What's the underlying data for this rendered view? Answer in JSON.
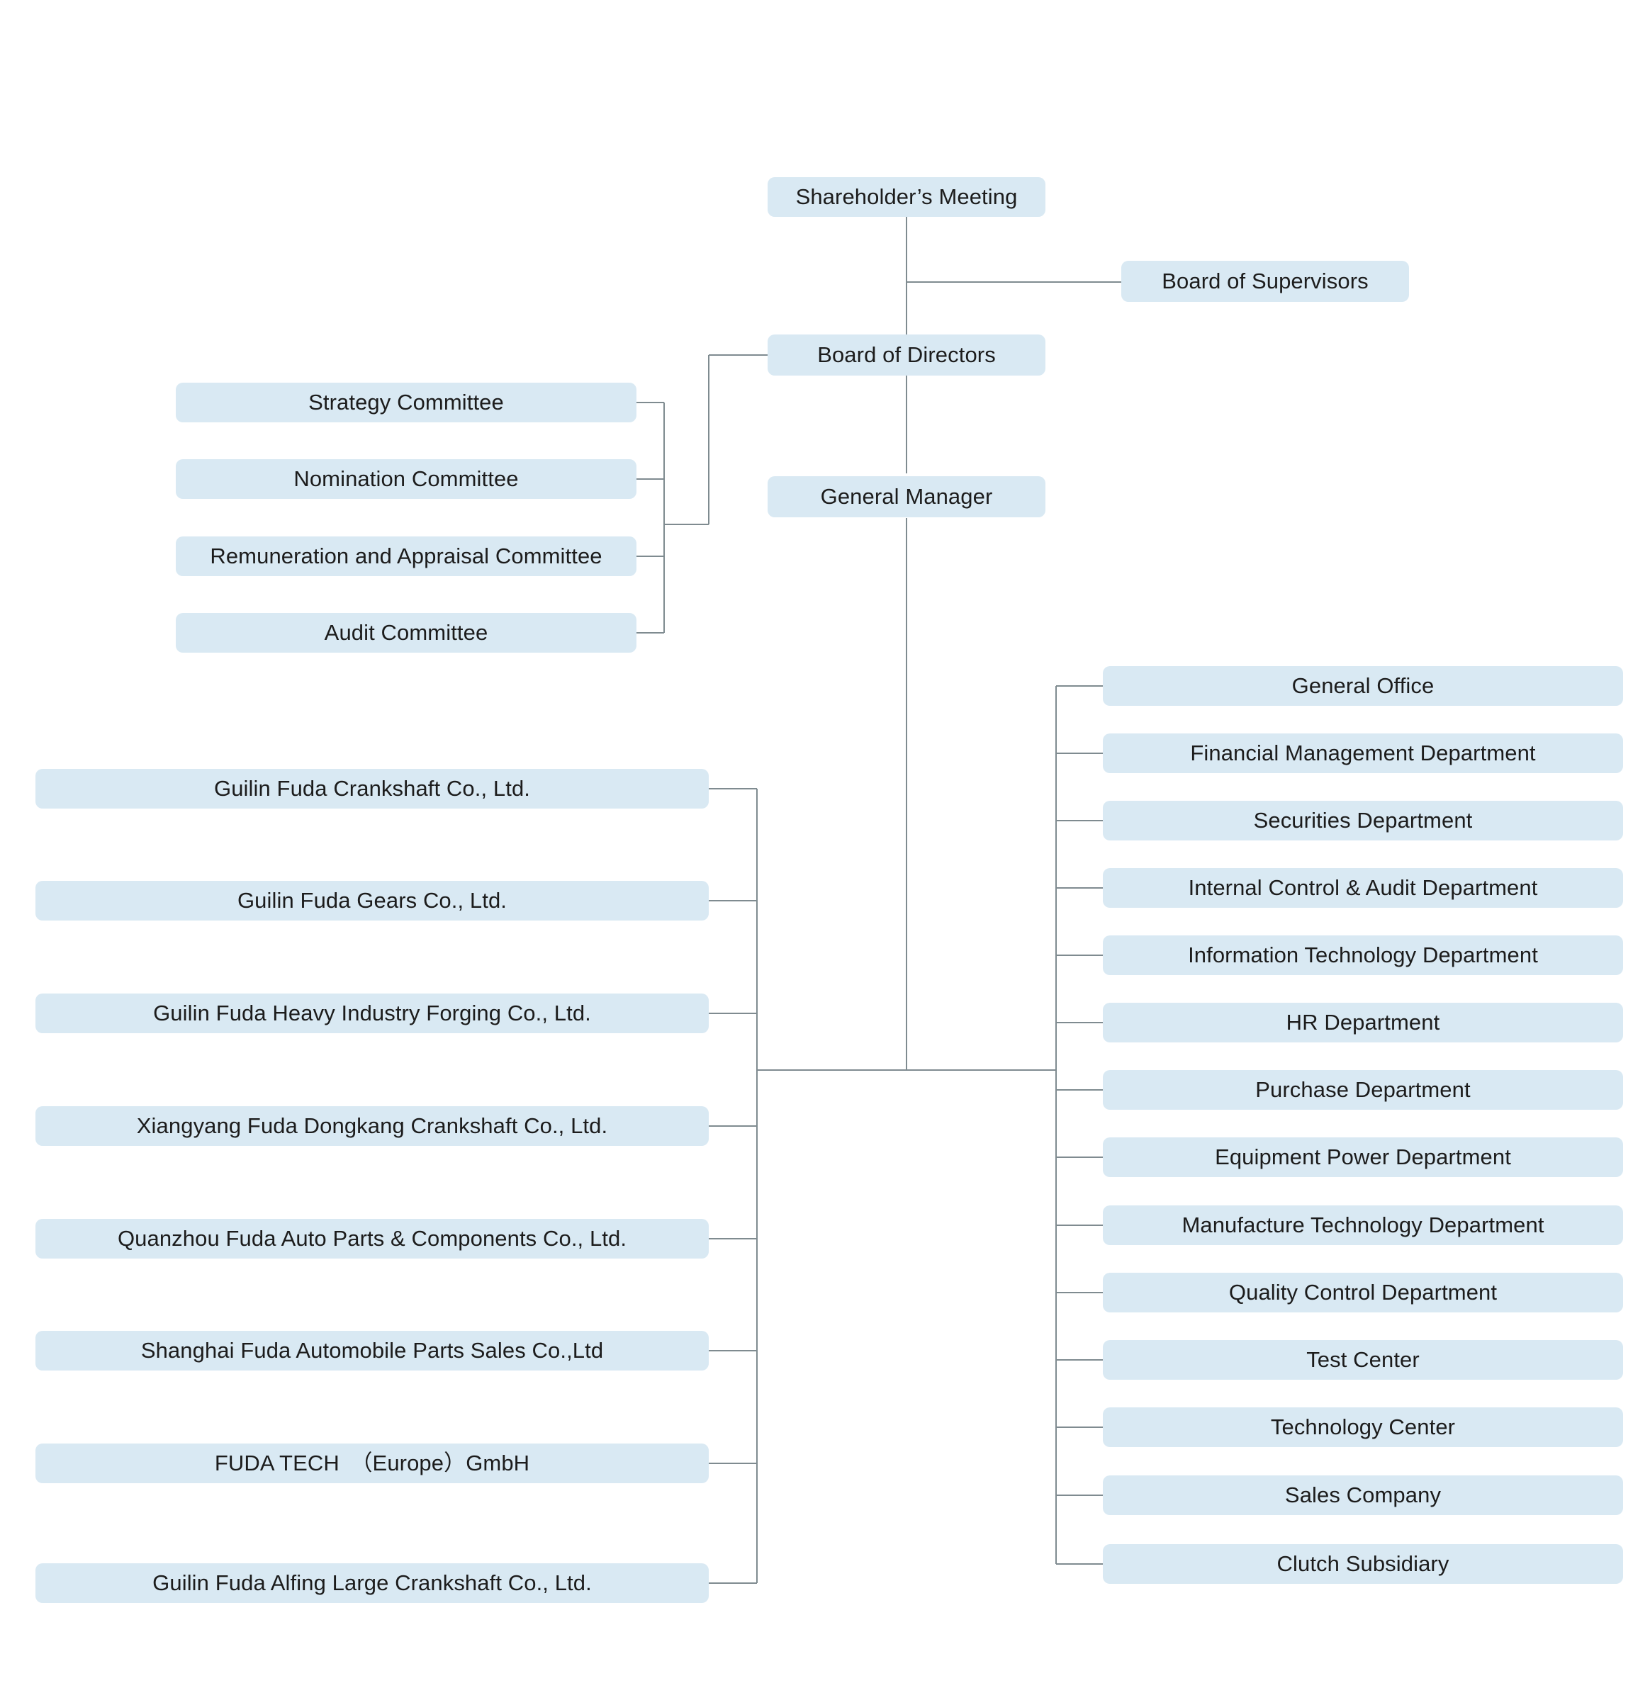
{
  "meta": {
    "title": "Company Organizational Structure Chart",
    "box_fill": "#d9e9f3",
    "line_color": "#7f8b90",
    "text_color": "#1c1c1c",
    "background": "#ffffff"
  },
  "top": {
    "shareholders_meeting": "Shareholder’s Meeting",
    "board_of_supervisors": "Board of Supervisors",
    "board_of_directors": "Board of Directors",
    "general_manager": "General Manager"
  },
  "committees": [
    {
      "label": "Strategy Committee"
    },
    {
      "label": "Nomination Committee"
    },
    {
      "label": "Remuneration and Appraisal Committee"
    },
    {
      "label": "Audit Committee"
    }
  ],
  "subsidiaries": [
    {
      "label": "Guilin Fuda Crankshaft Co., Ltd."
    },
    {
      "label": "Guilin Fuda Gears Co., Ltd."
    },
    {
      "label": "Guilin Fuda Heavy Industry Forging Co., Ltd."
    },
    {
      "label": "Xiangyang Fuda Dongkang Crankshaft Co., Ltd."
    },
    {
      "label": "Quanzhou Fuda Auto Parts & Components Co., Ltd."
    },
    {
      "label": "Shanghai Fuda Automobile Parts Sales Co.,Ltd"
    },
    {
      "label": "FUDA TECH　（Europe）GmbH"
    },
    {
      "label": "Guilin Fuda Alfing Large Crankshaft Co., Ltd."
    }
  ],
  "departments": [
    {
      "label": "General Office"
    },
    {
      "label": "Financial Management Department"
    },
    {
      "label": "Securities Department"
    },
    {
      "label": "Internal Control & Audit Department"
    },
    {
      "label": "Information Technology Department"
    },
    {
      "label": "HR Department"
    },
    {
      "label": "Purchase Department"
    },
    {
      "label": "Equipment Power Department"
    },
    {
      "label": "Manufacture Technology Department"
    },
    {
      "label": "Quality Control Department"
    },
    {
      "label": "Test Center"
    },
    {
      "label": "Technology Center"
    },
    {
      "label": "Sales Company"
    },
    {
      "label": "Clutch Subsidiary"
    }
  ]
}
